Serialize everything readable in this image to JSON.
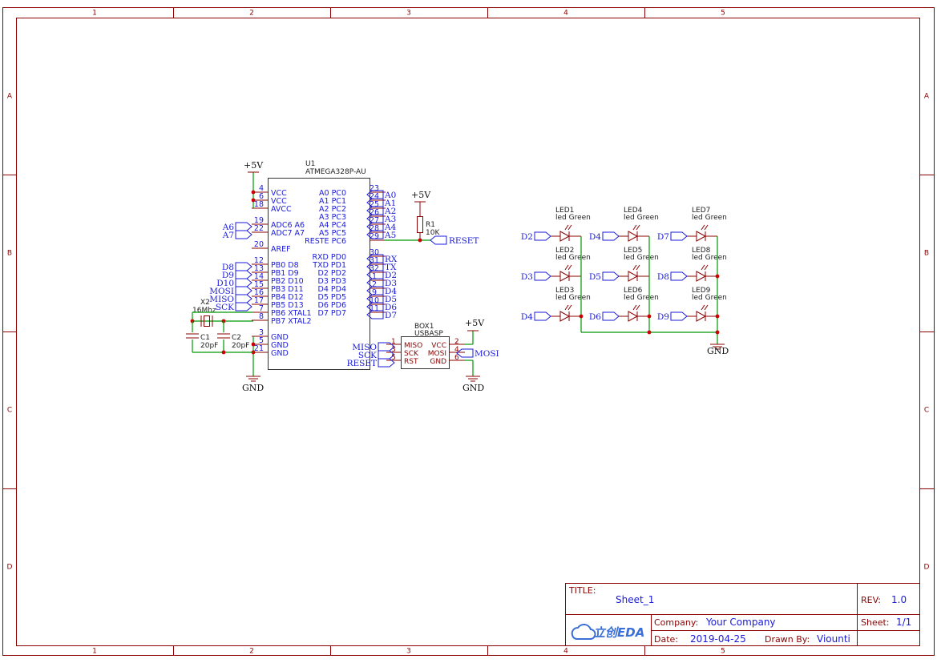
{
  "frame": {
    "columns": [
      "1",
      "2",
      "3",
      "4",
      "5"
    ],
    "rows": [
      "A",
      "B",
      "C",
      "D"
    ]
  },
  "u1": {
    "designator": "U1",
    "part": "ATMEGA328P-AU",
    "left_pins": [
      {
        "num": "4",
        "name": "VCC"
      },
      {
        "num": "6",
        "name": "VCC"
      },
      {
        "num": "18",
        "name": "AVCC"
      },
      {
        "num": "19",
        "name": "ADC6 A6"
      },
      {
        "num": "22",
        "name": "ADC7 A7"
      },
      {
        "num": "20",
        "name": "AREF"
      },
      {
        "num": "12",
        "name": "PB0 D8"
      },
      {
        "num": "13",
        "name": "PB1 D9"
      },
      {
        "num": "14",
        "name": "PB2 D10"
      },
      {
        "num": "15",
        "name": "PB3 D11"
      },
      {
        "num": "16",
        "name": "PB4 D12"
      },
      {
        "num": "17",
        "name": "PB5 D13"
      },
      {
        "num": "7",
        "name": "PB6 XTAL1"
      },
      {
        "num": "8",
        "name": "PB7 XTAL2"
      },
      {
        "num": "3",
        "name": "GND"
      },
      {
        "num": "5",
        "name": "GND"
      },
      {
        "num": "21",
        "name": "GND"
      }
    ],
    "right_pins": [
      {
        "num": "23",
        "name": "A0 PC0",
        "net": "A0"
      },
      {
        "num": "24",
        "name": "A1 PC1",
        "net": "A1"
      },
      {
        "num": "25",
        "name": "A2 PC2",
        "net": "A2"
      },
      {
        "num": "26",
        "name": "A3 PC3",
        "net": "A3"
      },
      {
        "num": "27",
        "name": "A4 PC4",
        "net": "A4"
      },
      {
        "num": "28",
        "name": "A5 PC5",
        "net": "A5"
      },
      {
        "num": "29",
        "name": "RESTE PC6",
        "net": ""
      },
      {
        "num": "30",
        "name": "RXD PD0",
        "net": "RX"
      },
      {
        "num": "31",
        "name": "TXD PD1",
        "net": "TX"
      },
      {
        "num": "32",
        "name": "D2 PD2",
        "net": "D2"
      },
      {
        "num": "1",
        "name": "D3 PD3",
        "net": "D3"
      },
      {
        "num": "2",
        "name": "D4 PD4",
        "net": "D4"
      },
      {
        "num": "9",
        "name": "D5 PD5",
        "net": "D5"
      },
      {
        "num": "10",
        "name": "D6 PD6",
        "net": "D6"
      },
      {
        "num": "11",
        "name": "D7 PD7",
        "net": "D7"
      }
    ],
    "left_nets": [
      "A6",
      "A7",
      "D8",
      "D9",
      "D10",
      "MOSI",
      "MISO",
      "SCK"
    ]
  },
  "power": {
    "vcc": "+5V",
    "gnd": "GND"
  },
  "r1": {
    "designator": "R1",
    "value": "10K",
    "net": "RESET"
  },
  "x2": {
    "designator": "X2",
    "value": "16Mhz"
  },
  "c1": {
    "designator": "C1",
    "value": "20pF"
  },
  "c2": {
    "designator": "C2",
    "value": "20pF"
  },
  "box1": {
    "designator": "BOX1",
    "part": "USBASP",
    "left_pins": [
      {
        "num": "1",
        "name": "MISO",
        "net": "MISO"
      },
      {
        "num": "3",
        "name": "SCK",
        "net": "SCK"
      },
      {
        "num": "5",
        "name": "RST",
        "net": "RESET"
      }
    ],
    "right_pins": [
      {
        "num": "2",
        "name": "VCC"
      },
      {
        "num": "4",
        "name": "MOSI",
        "net": "MOSI"
      },
      {
        "num": "6",
        "name": "GND"
      }
    ]
  },
  "leds": [
    {
      "designator": "LED1",
      "value": "led Green",
      "net": "D2"
    },
    {
      "designator": "LED2",
      "value": "led Green",
      "net": "D3"
    },
    {
      "designator": "LED3",
      "value": "led Green",
      "net": "D4"
    },
    {
      "designator": "LED4",
      "value": "led Green",
      "net": "D4"
    },
    {
      "designator": "LED5",
      "value": "led Green",
      "net": "D5"
    },
    {
      "designator": "LED6",
      "value": "led Green",
      "net": "D6"
    },
    {
      "designator": "LED7",
      "value": "led Green",
      "net": "D7"
    },
    {
      "designator": "LED8",
      "value": "led Green",
      "net": "D8"
    },
    {
      "designator": "LED9",
      "value": "led Green",
      "net": "D9"
    }
  ],
  "title_block": {
    "title_label": "TITLE:",
    "title": "Sheet_1",
    "rev_label": "REV:",
    "rev": "1.0",
    "company_label": "Company:",
    "company": "Your Company",
    "sheet_label": "Sheet:",
    "sheet": "1/1",
    "date_label": "Date:",
    "date": "2019-04-25",
    "drawn_label": "Drawn By:",
    "drawn_by": "Viounti",
    "logo_text": "立创EDA"
  },
  "colors": {
    "frame": "#8b0000",
    "wire": "#009900",
    "net_label": "#1a1adb",
    "junction": "#cc0000"
  }
}
